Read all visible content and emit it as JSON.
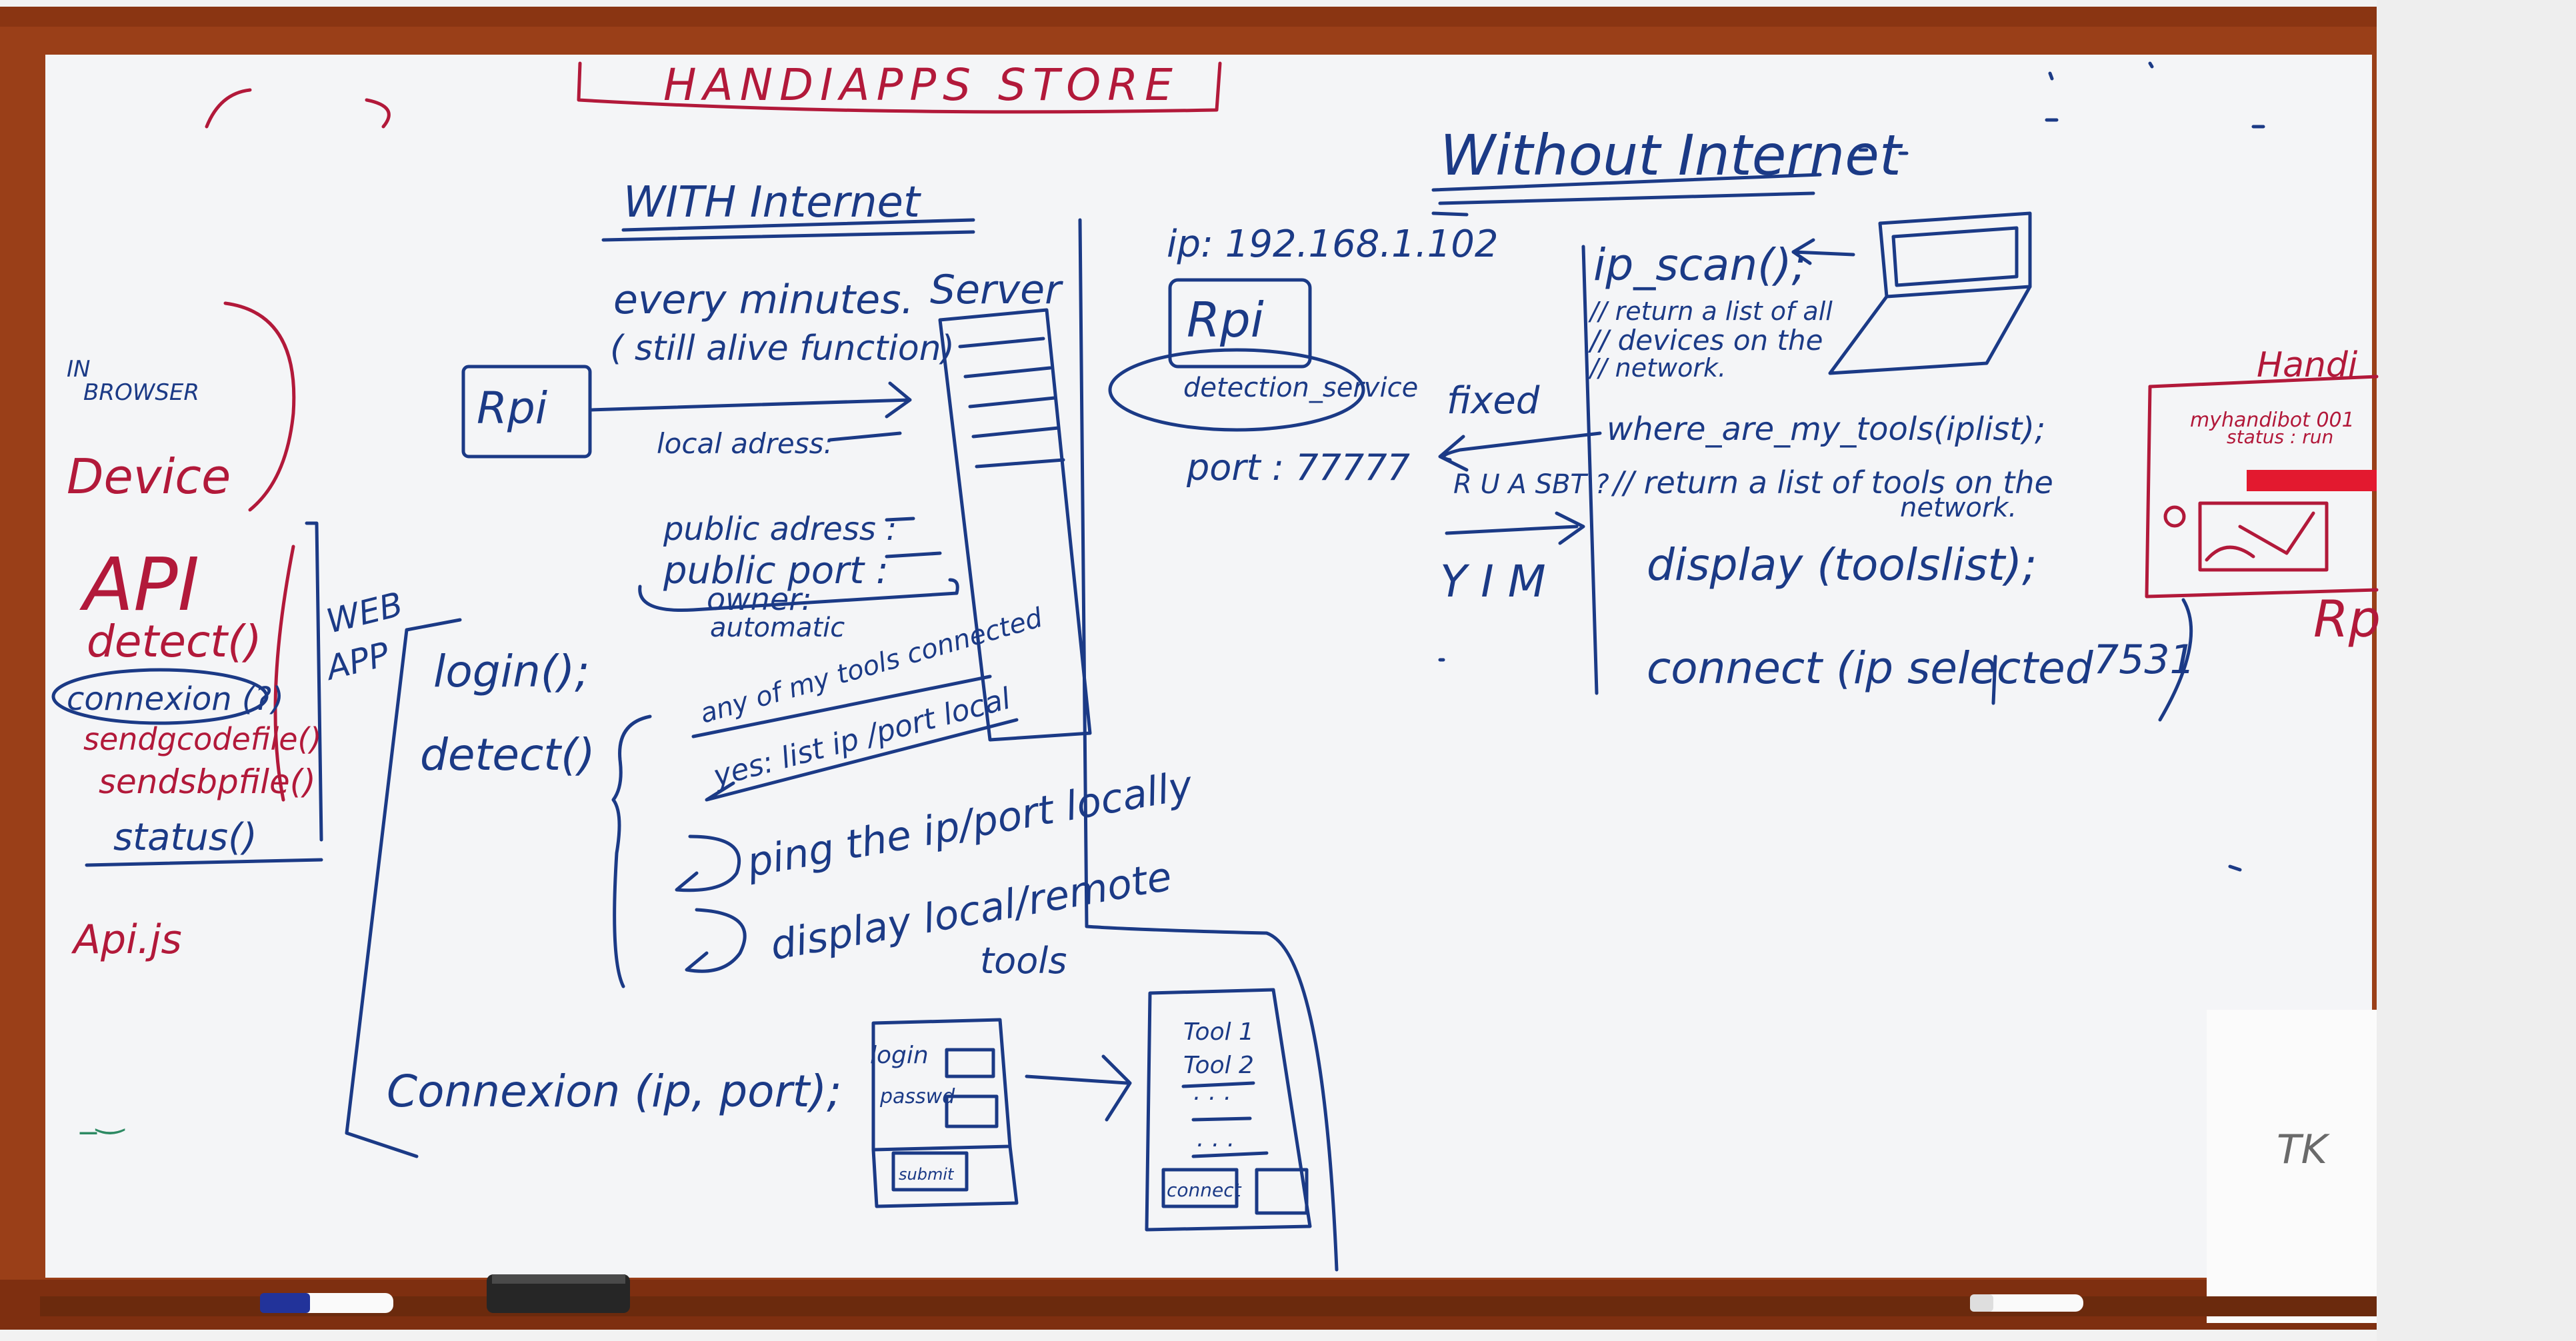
{
  "colors": {
    "frame": "#9a3f18",
    "board": "#f4f5f7",
    "marker_blue": "#1b3a86",
    "marker_red": "#b2193a",
    "marker_green": "#2d8a63"
  },
  "header": {
    "title": "HANDIAPPS STORE",
    "with_internet": "WITH Internet",
    "without_internet": "Without Internet"
  },
  "left_panel": {
    "in_browser": "IN BROWSER",
    "device": "Device",
    "api": "API",
    "methods": [
      "detect()",
      "connexion (?)",
      "sendgcodefile()",
      "sendsbpfile()",
      "status()"
    ],
    "api_js": "Api.js"
  },
  "with_internet": {
    "rpi": "Rpi",
    "every_minutes": "every minutes.",
    "still_alive": "( still alive function)",
    "server": "Server",
    "local_adress": "local adress:",
    "public_adress": "public adress :",
    "public_port": "public port :",
    "owner": "owner:",
    "automatic": "automatic",
    "web_app": "WEB APP",
    "login": "login();",
    "detect": "detect()",
    "any_tools": "any of my tools connected",
    "yes_list": "yes: list ip /port local",
    "ping": "ping the ip/port locally",
    "display": "display local/remote tools",
    "connexion": "Connexion (ip, port);"
  },
  "mockups": {
    "login_label": "login",
    "passwd_label": "passwd",
    "submit_label": "submit",
    "tool1": "Tool 1",
    "tool2": "Tool 2",
    "connect": "connect"
  },
  "without_internet": {
    "ip": "ip: 192.168.1.102",
    "rpi": "Rpi",
    "detection_service": "detection_service",
    "fixed": "fixed",
    "port": "port : 77777",
    "ruasbt": "R U A SBT ?",
    "yim": "Y I M",
    "ip_scan": "ip_scan();",
    "ip_scan_c1": "// return a list of all",
    "ip_scan_c2": "// devices on the",
    "ip_scan_c3": "// network.",
    "where_tools": "where_are_my_tools(iplist);",
    "where_c1": "// return a list of tools on the",
    "where_c2": "network.",
    "display": "display (toolslist);",
    "connect": "connect (ip selected"
  },
  "right_fragment": {
    "handi": "Handi",
    "myhandibot": "myhandibot 001",
    "status": "status : run",
    "number": "7531",
    "rp": "Rp"
  }
}
